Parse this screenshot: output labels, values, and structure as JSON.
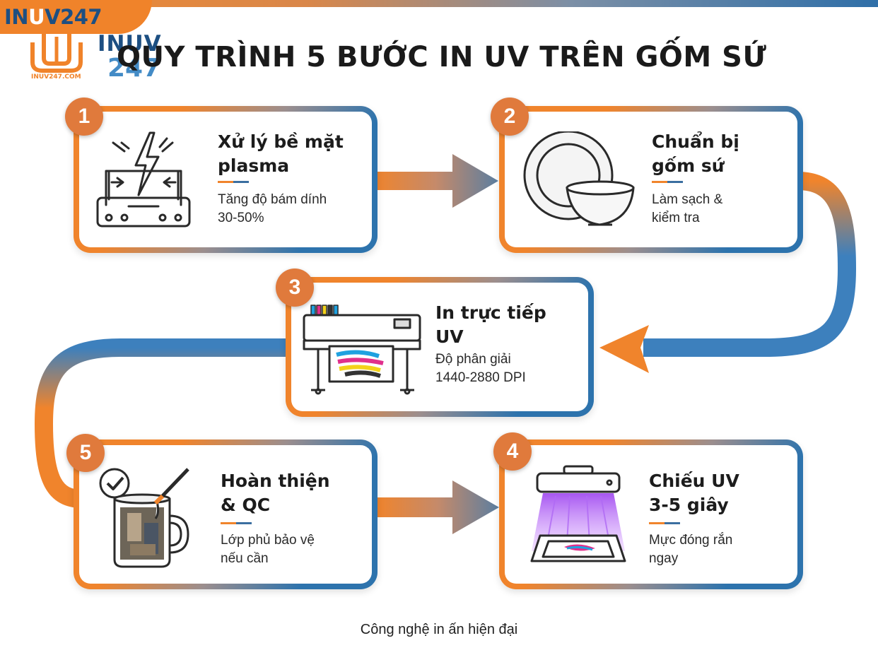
{
  "brand": {
    "name_prefix": "IN",
    "name_u": "U",
    "name_suffix": "V247",
    "website": "INUV247.COM",
    "logo2_text": "INUV",
    "logo2_number": "247"
  },
  "title": "QUY TRÌNH 5 BƯỚC IN UV TRÊN GỐM SỨ",
  "steps": [
    {
      "number": "1",
      "title": "Xử lý bề mặt\nplasma",
      "description": "Tăng độ bám dính\n30-50%",
      "icon": "plasma-machine-icon"
    },
    {
      "number": "2",
      "title": "Chuẩn bị\ngốm sứ",
      "description": "Làm sạch &\nkiểm tra",
      "icon": "plate-bowl-icon"
    },
    {
      "number": "3",
      "title": "In trực tiếp\nUV",
      "description": "Độ phân giải\n1440-2880 DPI",
      "icon": "uv-printer-icon"
    },
    {
      "number": "4",
      "title": "Chiếu UV\n3-5 giây",
      "description": "Mực đóng rắn\nngay",
      "icon": "uv-lamp-icon"
    },
    {
      "number": "5",
      "title": "Hoàn thiện\n& QC",
      "description": "Lớp phủ bảo vệ\nnếu cần",
      "icon": "mug-check-icon"
    }
  ],
  "footer": "Công nghệ in ấn hiện đại",
  "colors": {
    "orange": "#f0842c",
    "blue": "#2d73ad",
    "badge": "#e07a3c"
  }
}
